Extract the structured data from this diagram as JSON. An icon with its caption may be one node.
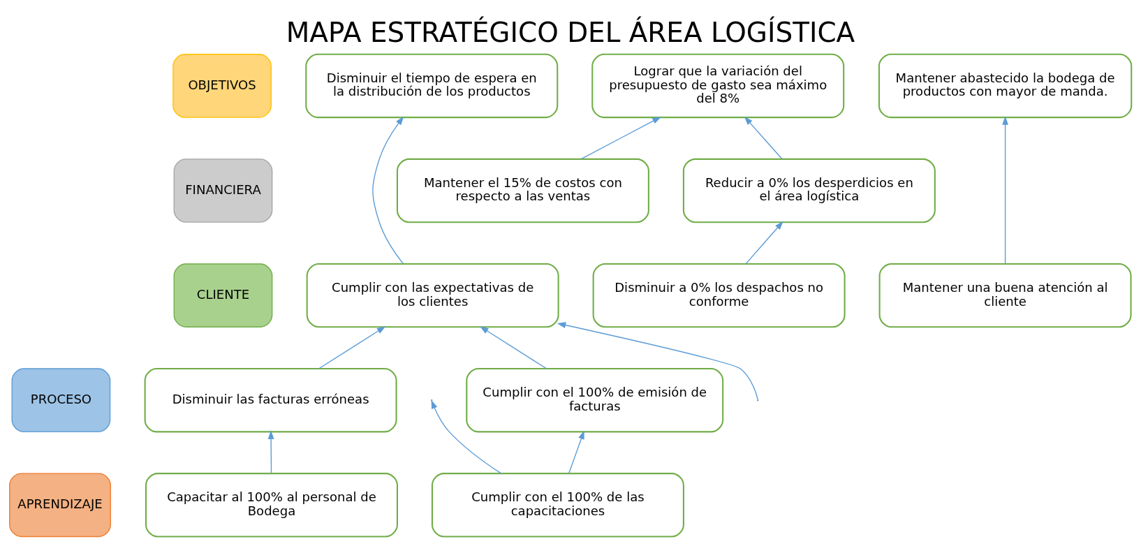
{
  "diagram": {
    "title": "MAPA ESTRATÉGICO DEL ÁREA LOGÍSTICA",
    "nodes": [
      {
        "text": [
          "OBJETIVOS"
        ]
      },
      {
        "text": [
          "FINANCIERA"
        ]
      },
      {
        "text": [
          "CLIENTE"
        ]
      },
      {
        "text": [
          "PROCESO"
        ]
      },
      {
        "text": [
          "APRENDIZAJE"
        ]
      },
      {
        "text": [
          "Disminuir el tiempo de espera en la distribución de los productos"
        ]
      },
      {
        "text": [
          "Lograr que la variación del presupuesto de gasto sea máximo del 8%"
        ]
      },
      {
        "text": [
          "Mantener abastecido la bodega de productos con mayor de manda."
        ]
      },
      {
        "text": [
          "Mantener el 15% de costos con respecto a las ventas"
        ]
      },
      {
        "text": [
          "Reducir a 0% los desperdicios en el área logística"
        ]
      },
      {
        "text": [
          "Cumplir con las expectativas de los clientes"
        ]
      },
      {
        "text": [
          "Disminuir a 0% los despachos no conforme"
        ]
      },
      {
        "text": [
          "Mantener una buena atención al cliente"
        ]
      },
      {
        "text": [
          "Disminuir las facturas erróneas"
        ]
      },
      {
        "text": [
          "Cumplir con el 100% de emisión de facturas"
        ]
      },
      {
        "text": [
          "Capacitar al 100% al personal de Bodega"
        ]
      },
      {
        "text": [
          "Cumplir con el 100% de las capacitaciones"
        ]
      }
    ],
    "edges": [
      {
        "from": 10,
        "to": 5,
        "arrow": "to"
      },
      {
        "from": 8,
        "to": 6,
        "arrow": "to"
      },
      {
        "from": 9,
        "to": 6,
        "arrow": "to"
      },
      {
        "from": 11,
        "to": 9,
        "arrow": "to"
      },
      {
        "from": 12,
        "to": 7,
        "arrow": "to"
      },
      {
        "from": 13,
        "to": 10,
        "arrow": "to"
      },
      {
        "from": 14,
        "to": 10,
        "arrow": "to"
      },
      {
        "from": null,
        "to": 10,
        "arrow": "to"
      },
      {
        "from": 15,
        "to": 13,
        "arrow": "to"
      },
      {
        "from": 16,
        "to": 14,
        "arrow": "to"
      },
      {
        "from": 16,
        "to": null,
        "arrow": "to"
      }
    ]
  }
}
